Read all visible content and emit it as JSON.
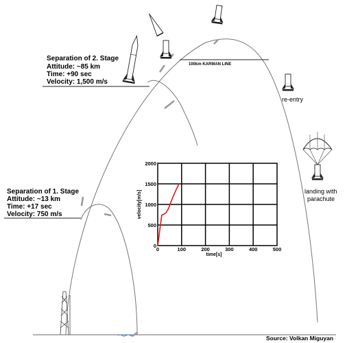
{
  "annotations": {
    "stage2": {
      "title": "Separation of 2. Stage",
      "attitude": "Attitude: ~85 km",
      "time": "Time: +90 sec",
      "velocity": "Velocity: 1,500 m/s"
    },
    "stage1": {
      "title": "Separation of 1. Stage",
      "attitude": "Attitude: ~13 km",
      "time": "Time: +17 sec",
      "velocity": "Velocity: 750 m/s"
    },
    "karman": "100km KARMAN LINE",
    "reentry": "re-entry",
    "landing_line1": "landing with",
    "landing_line2": "parachute",
    "source": "Source: Volkan Miguyan"
  },
  "chart_data": {
    "type": "line",
    "title": "",
    "xlabel": "time[s]",
    "ylabel": "velocity[m/s]",
    "xlim": [
      0,
      500
    ],
    "ylim": [
      0,
      2000
    ],
    "xticks": [
      "0",
      "100",
      "200",
      "300",
      "400",
      "500"
    ],
    "yticks": [
      "0",
      "500",
      "1000",
      "1500",
      "2000"
    ],
    "grid": true,
    "series": [
      {
        "color": "#e01818",
        "x": [
          0,
          5,
          10,
          15,
          17,
          25,
          35,
          45,
          55,
          65,
          75,
          85,
          90
        ],
        "y": [
          0,
          200,
          450,
          650,
          740,
          760,
          800,
          900,
          1050,
          1200,
          1330,
          1450,
          1520
        ]
      }
    ]
  }
}
